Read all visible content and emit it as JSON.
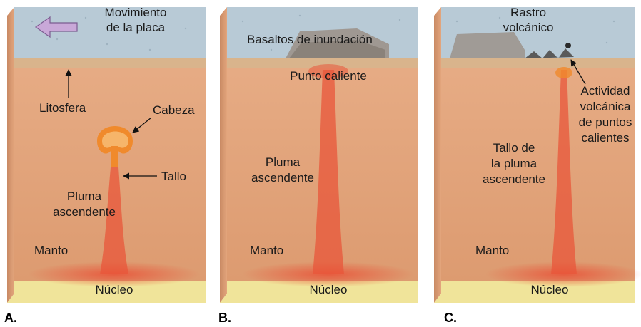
{
  "panels": [
    {
      "letter": "A.",
      "labels": {
        "plate_motion_1": "Movimiento",
        "plate_motion_2": "de la placa",
        "lithosphere": "Litosfera",
        "head": "Cabeza",
        "stem": "Tallo",
        "plume_1": "Pluma",
        "plume_2": "ascendente",
        "mantle": "Manto",
        "core": "Núcleo"
      }
    },
    {
      "letter": "B.",
      "labels": {
        "flood_basalts": "Basaltos de inundación",
        "hotspot": "Punto caliente",
        "plume_1": "Pluma",
        "plume_2": "ascendente",
        "mantle": "Manto",
        "core": "Núcleo"
      }
    },
    {
      "letter": "C.",
      "labels": {
        "track_1": "Rastro",
        "track_2": "volcánico",
        "activity_1": "Actividad",
        "activity_2": "volcánica",
        "activity_3": "de puntos",
        "activity_4": "calientes",
        "stem_1": "Tallo de",
        "stem_2": "la pluma",
        "stem_3": "ascendente",
        "mantle": "Manto",
        "core": "Núcleo"
      }
    }
  ],
  "colors": {
    "surface": "#b8cad6",
    "lithosphere": "#d9b48c",
    "mantle": "#e3a57c",
    "core": "#f0e49a",
    "plume": "#e8553a",
    "plume_head": "#f08a2c",
    "arrow": "#c9a8d8",
    "volcano": "#5a5a5a"
  },
  "icons": {
    "plate_motion_arrow": "left-arrow-icon",
    "leader": "pointer-arrow-icon"
  }
}
